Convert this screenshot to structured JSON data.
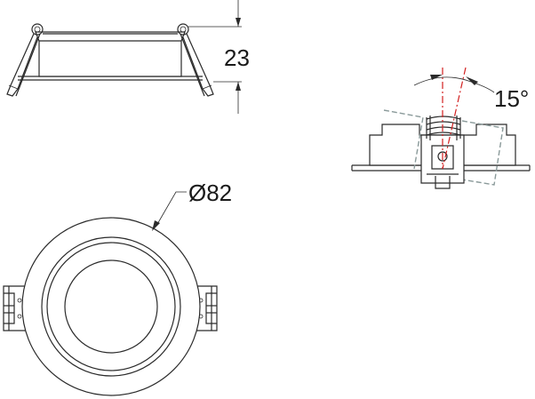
{
  "dimensions": {
    "height": "23",
    "diameter": "Ø82",
    "tilt_angle": "15°"
  },
  "colors": {
    "line": "#2a2a2a",
    "axis": "#d21f1f",
    "tilt_outline": "#8a9a9a"
  }
}
